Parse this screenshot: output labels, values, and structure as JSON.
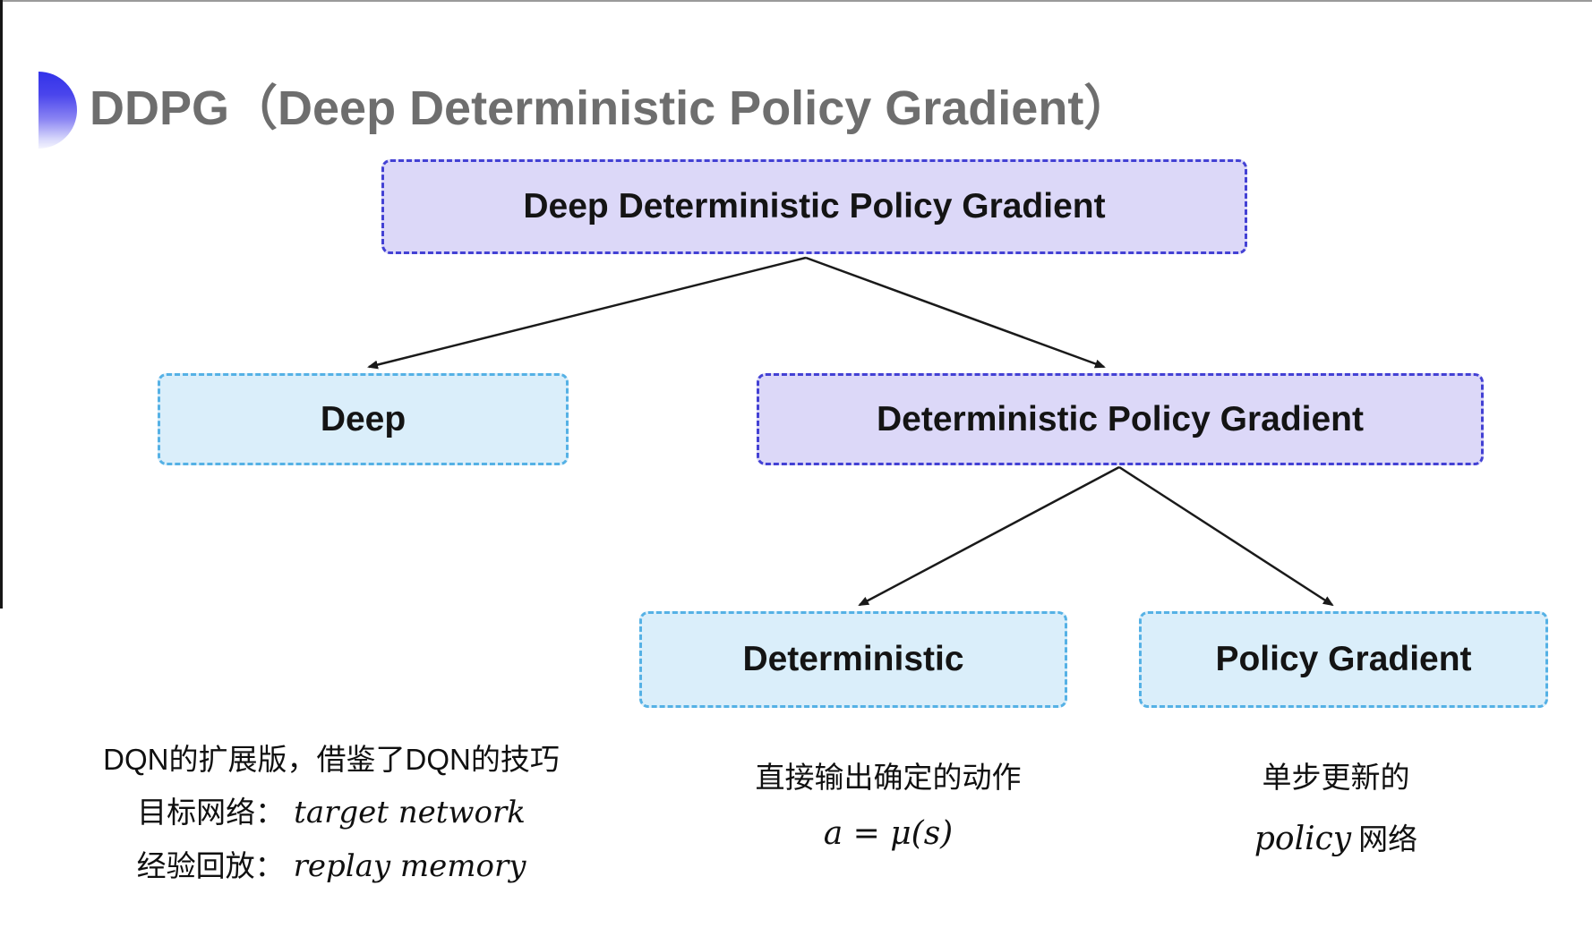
{
  "title": {
    "text": "DDPG（Deep Deterministic Policy Gradient）"
  },
  "tree": {
    "root": {
      "label": "Deep Deterministic Policy Gradient"
    },
    "deep": {
      "label": "Deep"
    },
    "dpg": {
      "label": "Deterministic Policy Gradient"
    },
    "deterministic": {
      "label": "Deterministic"
    },
    "policy_gradient": {
      "label": "Policy Gradient"
    }
  },
  "annotations": {
    "deep": {
      "line1": "DQN的扩展版，借鉴了DQN的技巧",
      "line2_cjk": "目标网络：",
      "line2_en": "target network",
      "line3_cjk": "经验回放：",
      "line3_en": "replay memory"
    },
    "deterministic": {
      "line1": "直接输出确定的动作",
      "formula": "a = μ(s)"
    },
    "policy_gradient": {
      "line1": "单步更新的",
      "line2_en": "policy",
      "line2_cjk": "网络"
    }
  },
  "colors": {
    "purple_fill": "#dcd8f8",
    "purple_border": "#4341d4",
    "blue_fill": "#daeefa",
    "blue_border": "#55b1e5",
    "title_gray": "#6e6e6e",
    "arrow": "#1a1a1a",
    "bullet_blue": "#3232e9"
  }
}
